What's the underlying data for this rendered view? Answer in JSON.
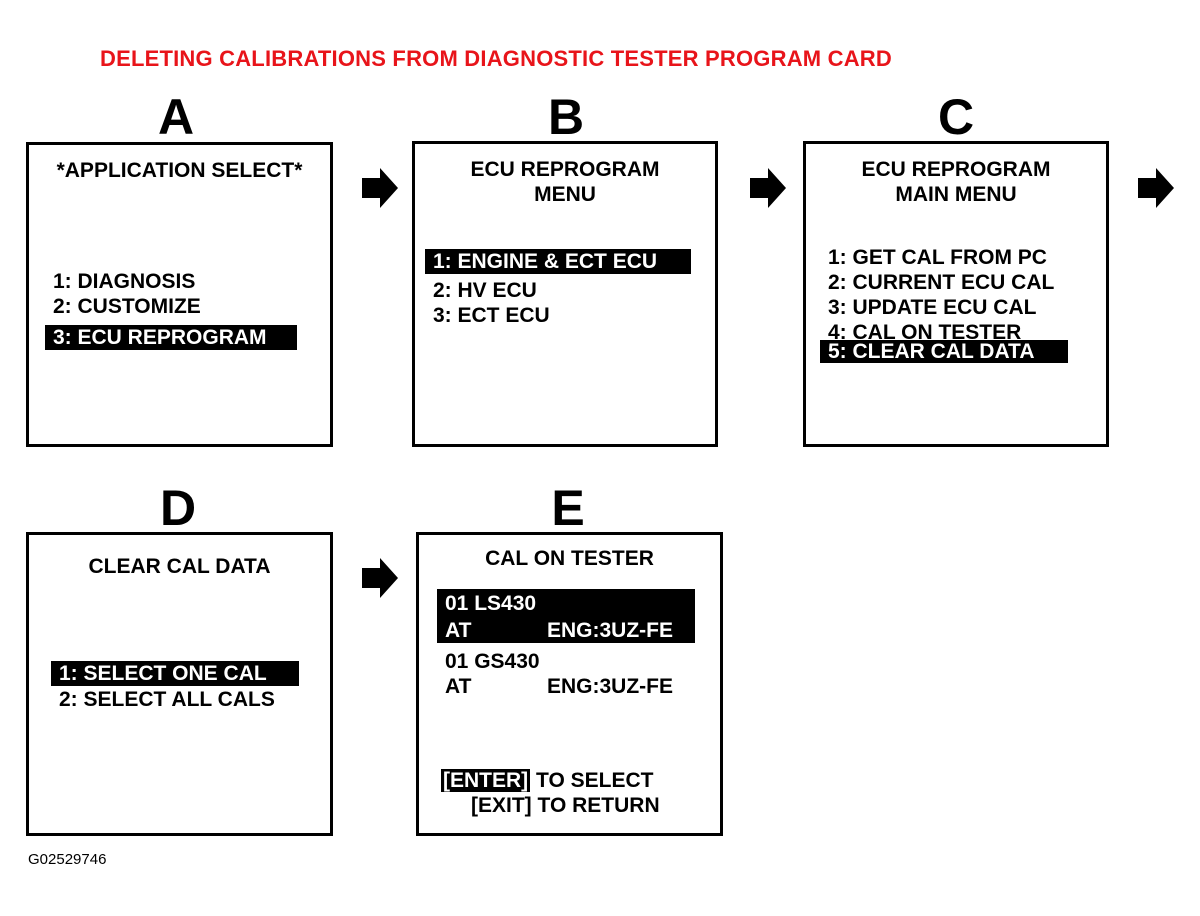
{
  "title": "DELETING CALIBRATIONS FROM DIAGNOSTIC TESTER PROGRAM CARD",
  "figure_id": "G02529746",
  "colors": {
    "title": "#e8141a",
    "highlight_bg": "#000000",
    "highlight_fg": "#ffffff"
  },
  "screens": {
    "a": {
      "letter": "A",
      "title": "*APPLICATION SELECT*",
      "items": [
        "1:  DIAGNOSIS",
        "2:  CUSTOMIZE",
        "3:  ECU REPROGRAM"
      ],
      "selected": "3:  ECU REPROGRAM"
    },
    "b": {
      "letter": "B",
      "title_line1": "ECU REPROGRAM",
      "title_line2": "MENU",
      "items": [
        "1:  ENGINE & ECT ECU",
        "2:  HV ECU",
        "3:  ECT ECU"
      ],
      "selected": "1:  ENGINE & ECT ECU"
    },
    "c": {
      "letter": "C",
      "title_line1": "ECU REPROGRAM",
      "title_line2": "MAIN MENU",
      "items": [
        "1:  GET CAL FROM PC",
        "2:  CURRENT ECU CAL",
        "3:  UPDATE ECU CAL",
        "4:  CAL ON TESTER",
        "5:  CLEAR CAL DATA"
      ],
      "selected": "5:  CLEAR CAL DATA"
    },
    "d": {
      "letter": "D",
      "title": "CLEAR CAL DATA",
      "items": [
        "1: SELECT ONE CAL",
        "2: SELECT ALL CALS"
      ],
      "selected": "1: SELECT ONE CAL"
    },
    "e": {
      "letter": "E",
      "title": "CAL ON TESTER",
      "entries": [
        {
          "model": "01 LS430",
          "trans": "AT",
          "engine": "ENG:3UZ-FE"
        },
        {
          "model": "01 GS430",
          "trans": "AT",
          "engine": "ENG:3UZ-FE"
        }
      ],
      "enter_key": "[ENTER]",
      "enter_text": " TO SELECT",
      "exit_key": "[EXIT]",
      "exit_text": " TO RETURN"
    }
  }
}
